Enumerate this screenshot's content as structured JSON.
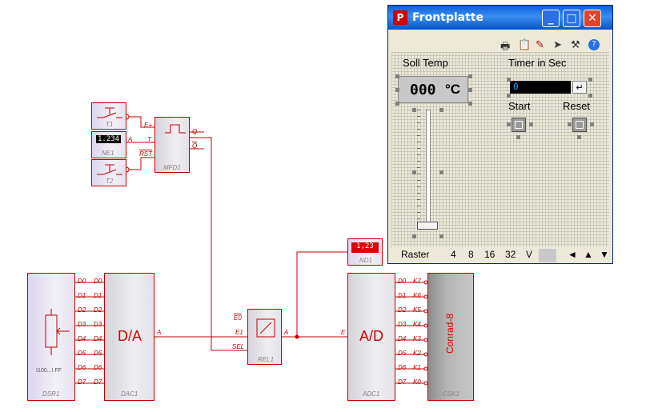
{
  "window": {
    "title": "Frontplatte",
    "app_icon": "profilab-icon",
    "buttons": [
      "minimize-icon",
      "maximize-icon",
      "close-icon"
    ],
    "toolbar_icons": [
      "print-icon",
      "clipboard-icon",
      "pen-icon",
      "pointer-icon",
      "tools-icon",
      "help-icon"
    ],
    "soll_temp_label": "Soll Temp",
    "temp_display": "000",
    "temp_unit": "°C",
    "timer_label": "Timer in Sec",
    "timer_value": "0",
    "enter_glyph": "↵",
    "start_label": "Start",
    "reset_label": "Reset",
    "slider_level": 0.0,
    "bottom": {
      "raster_label": "Raster",
      "options": [
        "4",
        "8",
        "16",
        "32",
        "V"
      ],
      "nav_icons": [
        "arrow-left-icon",
        "arrow-up-icon",
        "arrow-down-icon"
      ]
    }
  },
  "schematic": {
    "t1": "T1",
    "t2": "T2",
    "ne1": "NE1",
    "ne1_value": "1.234",
    "ne1_pin": "A",
    "mfd": {
      "name": "MFD1",
      "pins_in": [
        "E+",
        "T",
        "RST"
      ],
      "pins_out": [
        "Q",
        "Q"
      ]
    },
    "nd1": {
      "name": "ND1",
      "value": "1,23"
    },
    "rel": {
      "name": "REL1",
      "pins_in": [
        "E0",
        "E1",
        "SEL"
      ],
      "pin_out": "A"
    },
    "dsr": {
      "name": "DSR1",
      "label": "I100...I FF"
    },
    "dac": {
      "name": "DAC1",
      "title": "D/A",
      "pin_out": "A",
      "pins_left": [
        "D0",
        "D1",
        "D2",
        "D3",
        "D4",
        "D5",
        "D6",
        "D7"
      ],
      "pins_right": [
        "D0",
        "D1",
        "D2",
        "D3",
        "D4",
        "D5",
        "D6",
        "D7"
      ]
    },
    "adc": {
      "name": "ADC1",
      "title": "A/D",
      "pin_in": "E",
      "pins": [
        "D0",
        "D1",
        "D2",
        "D3",
        "D4",
        "D5",
        "D6",
        "D7"
      ]
    },
    "csk": {
      "name": "CSK1",
      "title": "Conrad-8",
      "pins": [
        "K7",
        "K6",
        "K5",
        "K4",
        "K3",
        "K2",
        "K1",
        "K0"
      ]
    }
  },
  "colors": {
    "wire": "#c00000",
    "title_bar": "#0a5fd8",
    "close": "#e0452b"
  }
}
